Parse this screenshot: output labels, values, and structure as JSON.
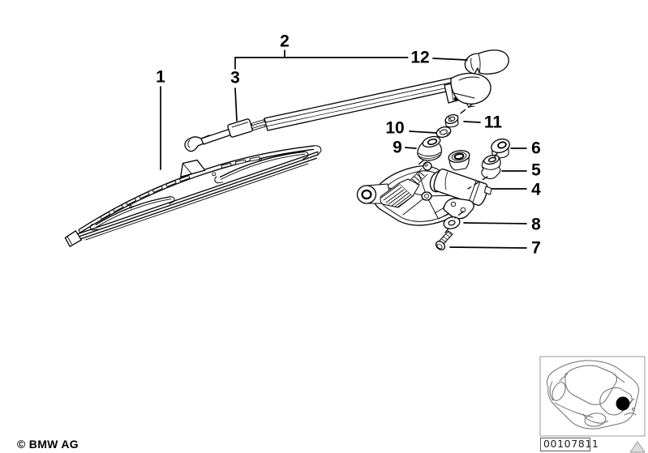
{
  "diagram": {
    "callouts": [
      {
        "label": "1"
      },
      {
        "label": "2"
      },
      {
        "label": "3"
      },
      {
        "label": "4"
      },
      {
        "label": "5"
      },
      {
        "label": "6"
      },
      {
        "label": "7"
      },
      {
        "label": "8"
      },
      {
        "label": "9"
      },
      {
        "label": "10"
      },
      {
        "label": "11"
      },
      {
        "label": "12"
      }
    ]
  },
  "footer": {
    "copyright": "© BMW AG"
  },
  "thumbnail": {
    "image_number": "00107811"
  },
  "colors": {
    "drawing_line": "#000000",
    "background": "#ffffff",
    "thumbnail_line": "#6e6e6e",
    "thumbnail_border": "#999999",
    "location_dot": "#000000",
    "nav_triangle_fill": "#dcdcdc",
    "nav_triangle_stroke": "#9a9a9a"
  },
  "icons": {
    "car_location_thumbnail": "car-rear-three-quarter-outline-with-location-dot",
    "nav_triangle": "triangle-up"
  }
}
